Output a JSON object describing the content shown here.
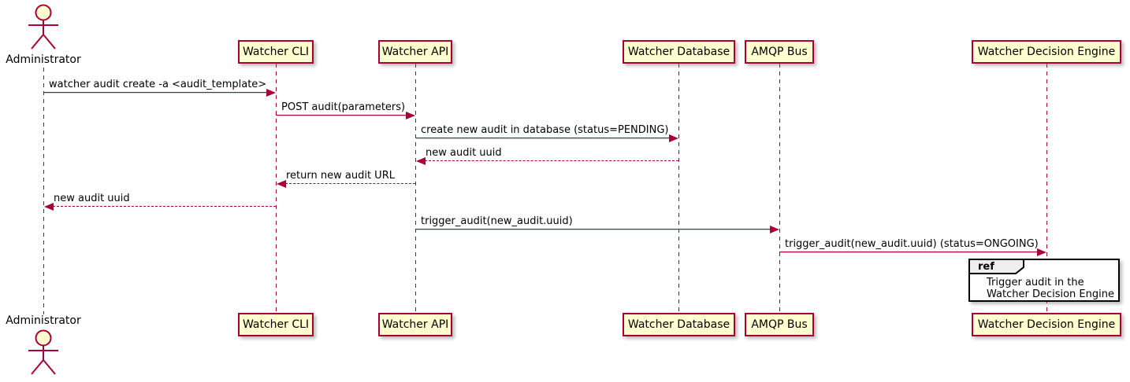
{
  "diagram_type": "sequence-diagram",
  "colors": {
    "accent": "#A80036",
    "participant_fill": "#FEFECE",
    "fragment_border": "#000000",
    "fragment_header_fill": "#EEEEEE",
    "background": "#FFFFFF"
  },
  "participants": [
    {
      "id": "administrator",
      "kind": "actor",
      "label": "Administrator"
    },
    {
      "id": "watcher-cli",
      "kind": "participant",
      "label": "Watcher CLI"
    },
    {
      "id": "watcher-api",
      "kind": "participant",
      "label": "Watcher API"
    },
    {
      "id": "watcher-database",
      "kind": "participant",
      "label": "Watcher Database"
    },
    {
      "id": "amqp-bus",
      "kind": "participant",
      "label": "AMQP Bus"
    },
    {
      "id": "watcher-decision-engine",
      "kind": "participant",
      "label": "Watcher Decision Engine"
    }
  ],
  "messages": [
    {
      "from": "Administrator",
      "to": "Watcher CLI",
      "kind": "sync",
      "label": "watcher audit create -a <audit_template>"
    },
    {
      "from": "Watcher CLI",
      "to": "Watcher API",
      "kind": "sync",
      "label": "POST audit(parameters)"
    },
    {
      "from": "Watcher API",
      "to": "Watcher Database",
      "kind": "sync",
      "label": "create new audit in database (status=PENDING)"
    },
    {
      "from": "Watcher Database",
      "to": "Watcher API",
      "kind": "return",
      "label": "new audit uuid"
    },
    {
      "from": "Watcher API",
      "to": "Watcher CLI",
      "kind": "return",
      "label": "return new audit URL"
    },
    {
      "from": "Watcher CLI",
      "to": "Administrator",
      "kind": "return",
      "label": "new audit uuid"
    },
    {
      "from": "Watcher API",
      "to": "AMQP Bus",
      "kind": "sync",
      "label": "trigger_audit(new_audit.uuid)"
    },
    {
      "from": "AMQP Bus",
      "to": "Watcher Decision Engine",
      "kind": "sync",
      "label": "trigger_audit(new_audit.uuid) (status=ONGOING)"
    }
  ],
  "fragment": {
    "keyword": "ref",
    "over": "Watcher Decision Engine",
    "line1": "Trigger audit in the",
    "line2": "Watcher Decision Engine"
  }
}
